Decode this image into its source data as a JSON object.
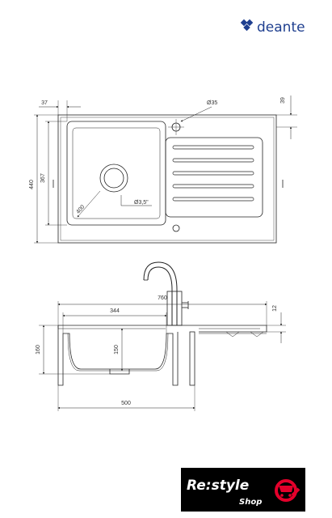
{
  "brand": {
    "name": "deante",
    "color": "#1f3f8f",
    "logo_icon": "deante-logo-icon"
  },
  "top_view": {
    "dim_overall_height": "440",
    "dim_bowl_height": "367",
    "dim_offset_left": "37",
    "dim_offset_top": "39",
    "dim_tap_hole": "Ø35",
    "dim_bowl_diagonal": "400",
    "dim_drain": "Ø3,5\""
  },
  "side_view": {
    "dim_overall_width": "760",
    "dim_bowl_width": "344",
    "dim_thickness": "12",
    "dim_overall_depth": "160",
    "dim_bowl_depth": "150",
    "dim_cabinet": "500"
  },
  "shop_badge": {
    "main": "Re:style",
    "sub": "Shop",
    "accent_color": "#e4002b",
    "cart_icon": "shopping-cart-icon"
  }
}
